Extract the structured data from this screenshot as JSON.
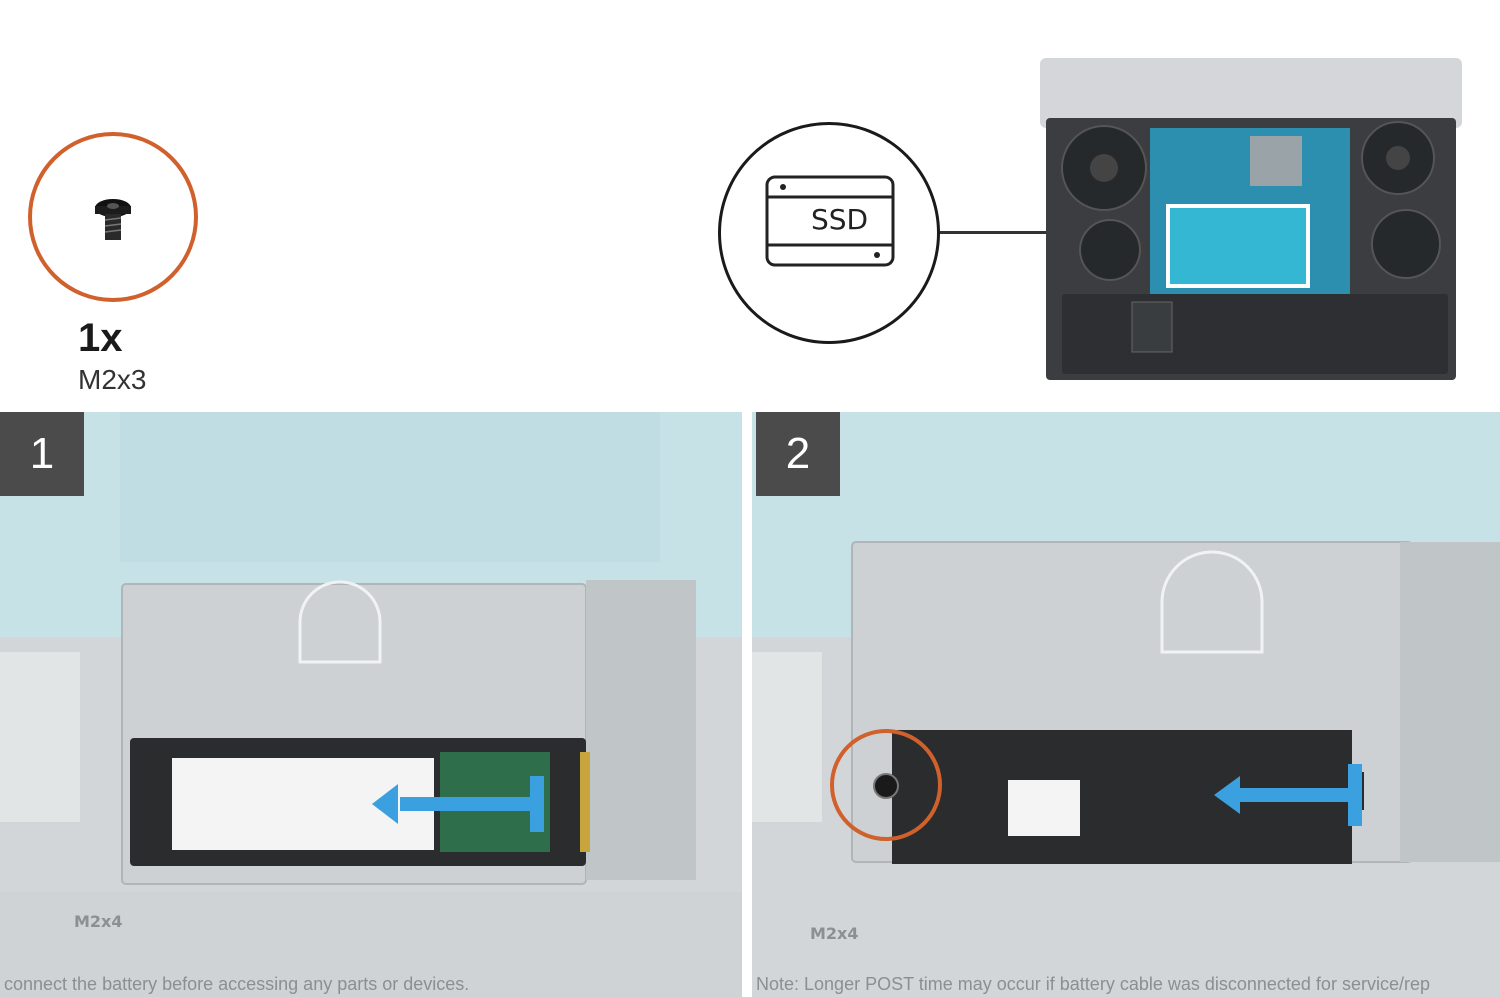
{
  "screw": {
    "quantity": "1x",
    "size": "M2x3"
  },
  "ssd_callout": {
    "label": "SSD"
  },
  "steps": [
    {
      "number": "1",
      "screw_label": "M2x4",
      "note": "connect the battery before accessing any parts or devices."
    },
    {
      "number": "2",
      "screw_label": "M2x4",
      "note": "Note: Longer POST time may occur if battery cable was disconnected for service/rep"
    }
  ],
  "colors": {
    "callout_ring": "#d0602c",
    "arrow": "#3aa0e0",
    "badge": "#4b4b4b",
    "board": "#8fcbd6"
  }
}
